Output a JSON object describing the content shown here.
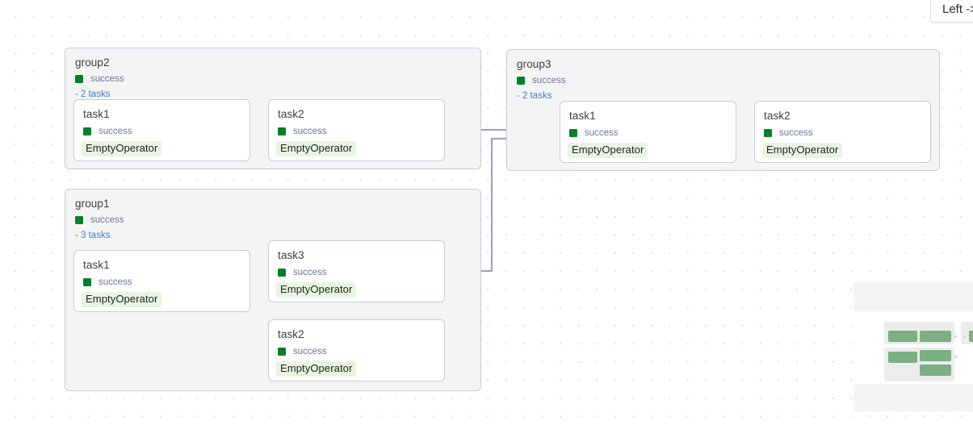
{
  "app": {
    "view": "dag-graph",
    "direction_button_label": "Left -> Right"
  },
  "colors": {
    "success_green": "#00802b",
    "operator_badge_bg": "#e8f5e1",
    "group_bg": "#f4f4f4",
    "node_bg": "#ffffff",
    "border": "#c5cbd9",
    "edge": "#9aa7c0",
    "link_blue": "#3c7fd0",
    "state_text": "#68769a",
    "minimap_node": "#7cb083"
  },
  "groups": [
    {
      "id": "group2",
      "title": "group2",
      "state": "success",
      "tasks_toggle": "- 2 tasks",
      "task_count": 2,
      "tasks": [
        {
          "id": "group2.task1",
          "title": "task1",
          "state": "success",
          "operator": "EmptyOperator"
        },
        {
          "id": "group2.task2",
          "title": "task2",
          "state": "success",
          "operator": "EmptyOperator"
        }
      ]
    },
    {
      "id": "group3",
      "title": "group3",
      "state": "success",
      "tasks_toggle": "- 2 tasks",
      "task_count": 2,
      "tasks": [
        {
          "id": "group3.task1",
          "title": "task1",
          "state": "success",
          "operator": "EmptyOperator"
        },
        {
          "id": "group3.task2",
          "title": "task2",
          "state": "success",
          "operator": "EmptyOperator"
        }
      ]
    },
    {
      "id": "group1",
      "title": "group1",
      "state": "success",
      "tasks_toggle": "- 3 tasks",
      "task_count": 3,
      "tasks": [
        {
          "id": "group1.task1",
          "title": "task1",
          "state": "success",
          "operator": "EmptyOperator"
        },
        {
          "id": "group1.task3",
          "title": "task3",
          "state": "success",
          "operator": "EmptyOperator"
        },
        {
          "id": "group1.task2",
          "title": "task2",
          "state": "success",
          "operator": "EmptyOperator"
        }
      ]
    }
  ],
  "minimap": {
    "label": "minimap"
  }
}
